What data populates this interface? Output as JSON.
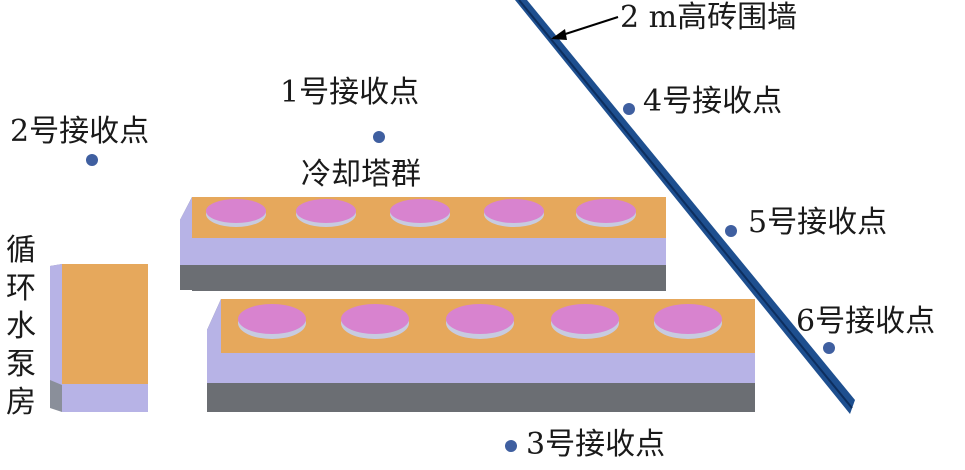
{
  "labels": {
    "wall": "2 m高砖围墙",
    "cooling_towers": "冷却塔群",
    "pump_house": "循环水泵房",
    "receivers": {
      "r1": "1号接收点",
      "r2": "2号接收点",
      "r3": "3号接收点",
      "r4": "4号接收点",
      "r5": "5号接收点",
      "r6": "6号接收点"
    }
  },
  "colors": {
    "top_face": "#e6a85c",
    "side_face": "#b7b3e6",
    "base_face": "#6b6e73",
    "basin_top": "#d883cf",
    "basin_rim": "#c7cbe0",
    "wall": "#1e4f8f",
    "point": "#3f5fa0"
  }
}
